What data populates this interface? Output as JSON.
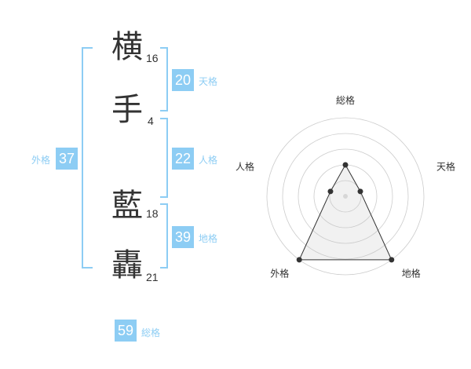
{
  "name": {
    "chars": [
      {
        "char": "横",
        "strokes": "16"
      },
      {
        "char": "手",
        "strokes": "4"
      },
      {
        "char": "藍",
        "strokes": "18"
      },
      {
        "char": "轟",
        "strokes": "21"
      }
    ]
  },
  "kaku": {
    "tenkaku": {
      "value": "20",
      "label": "天格"
    },
    "jinkaku": {
      "value": "22",
      "label": "人格"
    },
    "chikaku": {
      "value": "39",
      "label": "地格"
    },
    "gaikaku": {
      "value": "37",
      "label": "外格"
    },
    "soukaku": {
      "value": "59",
      "label": "総格"
    }
  },
  "colors": {
    "accent": "#8dcdf4",
    "text": "#333333",
    "grid": "#cccccc"
  },
  "chart_data": {
    "type": "radar",
    "axes": [
      "総格",
      "天格",
      "地格",
      "外格",
      "人格"
    ],
    "levels": 5,
    "values": [
      2,
      1,
      5,
      5,
      1
    ],
    "range": [
      0,
      5
    ]
  }
}
